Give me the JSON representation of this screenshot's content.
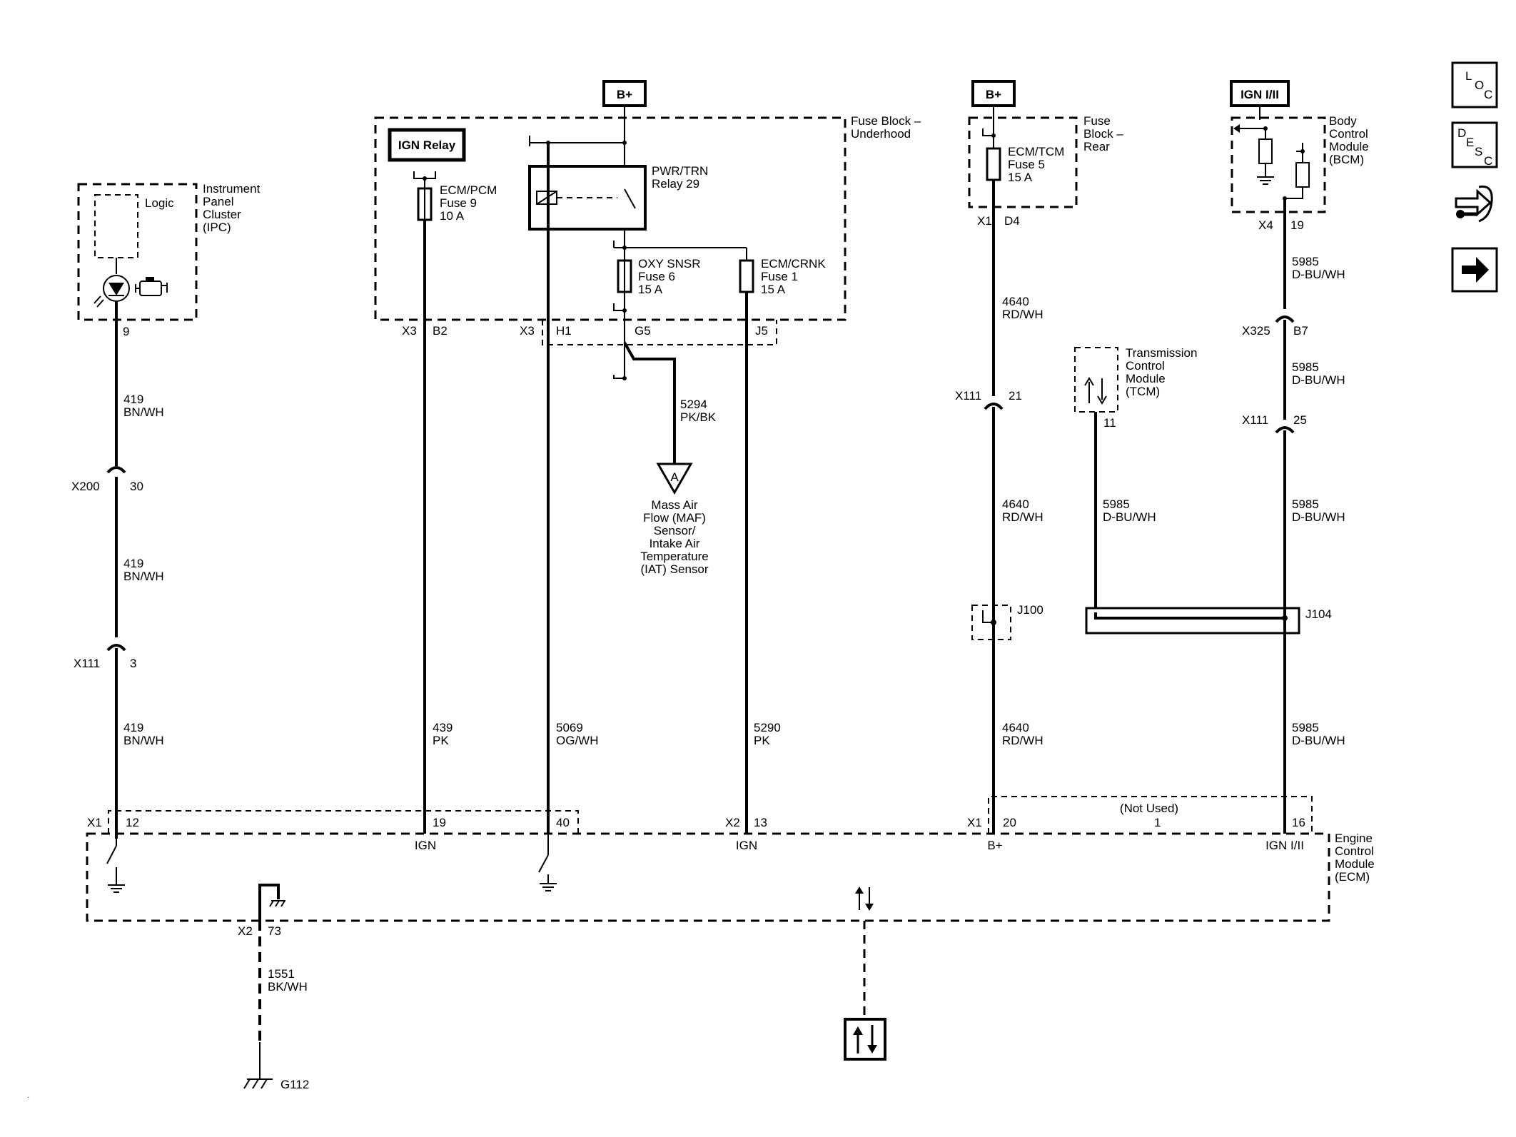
{
  "supply": {
    "b_plus": "B+",
    "ign": "IGN I/II",
    "ign_relay": "IGN Relay"
  },
  "ipc": {
    "title": [
      "Instrument",
      "Panel",
      "Cluster",
      "(IPC)"
    ],
    "logic": "Logic",
    "pin": "9",
    "icon": "engine-icon"
  },
  "fuse_block_underhood": {
    "title": [
      "Fuse Block –",
      "Underhood"
    ],
    "ecm_fuse": [
      "ECM/PCM",
      "Fuse 9",
      "10 A"
    ],
    "relay": [
      "PWR/TRN",
      "Relay 29"
    ],
    "oxy_fuse": [
      "OXY SNSR",
      "Fuse 6",
      "15 A"
    ],
    "crnk_fuse": [
      "ECM/CRNK",
      "Fuse 1",
      "15 A"
    ],
    "conn_x3": "X3",
    "pins": {
      "b2": "B2",
      "h1": "H1",
      "g5": "G5",
      "j5": "J5"
    }
  },
  "fuse_block_rear": {
    "title": [
      "Fuse",
      "Block –",
      "Rear"
    ],
    "fuse": [
      "ECM/TCM",
      "Fuse 5",
      "15 A"
    ],
    "conn": "X1",
    "pin": "D4"
  },
  "bcm": {
    "title": [
      "Body",
      "Control",
      "Module",
      "(BCM)"
    ],
    "conn": "X4",
    "pin": "19"
  },
  "tcm": {
    "title": [
      "Transmission",
      "Control",
      "Module",
      "(TCM)"
    ],
    "pin": "11"
  },
  "maf": {
    "ref": "A",
    "title": [
      "Mass Air",
      "Flow (MAF)",
      "Sensor/",
      "Intake Air",
      "Temperature",
      "(IAT) Sensor"
    ],
    "circuit": [
      "5294",
      "PK/BK"
    ]
  },
  "wires": {
    "w419": [
      "419",
      "BN/WH"
    ],
    "w439": [
      "439",
      "PK"
    ],
    "w5069": [
      "5069",
      "OG/WH"
    ],
    "w5290": [
      "5290",
      "PK"
    ],
    "w4640": [
      "4640",
      "RD/WH"
    ],
    "w5985": [
      "5985",
      "D-BU/WH"
    ],
    "w1551": [
      "1551",
      "BK/WH"
    ]
  },
  "connectors": {
    "x200": {
      "name": "X200",
      "pin": "30"
    },
    "x111_a": {
      "name": "X111",
      "pin": "3"
    },
    "x111_b": {
      "name": "X111",
      "pin": "21"
    },
    "x111_c": {
      "name": "X111",
      "pin": "25"
    },
    "x325": {
      "name": "X325",
      "pin": "B7"
    },
    "j100": "J100",
    "j104": "J104"
  },
  "ecm": {
    "title": [
      "Engine",
      "Control",
      "Module",
      "(ECM)"
    ],
    "x1": "X1",
    "x2": "X2",
    "not_used": "(Not Used)",
    "pins": {
      "p12": "12",
      "p19": "19",
      "p40": "40",
      "p13": "13",
      "p20": "20",
      "p1": "1",
      "p16": "16",
      "p73": "73"
    },
    "labels": {
      "ign": "IGN",
      "b_plus": "B+",
      "ign_i_ii": "IGN I/II"
    }
  },
  "ground": {
    "name": "G112"
  },
  "nav": {
    "loc": [
      "L",
      "O",
      "C"
    ],
    "desc": [
      "D",
      "E",
      "S",
      "C"
    ]
  }
}
